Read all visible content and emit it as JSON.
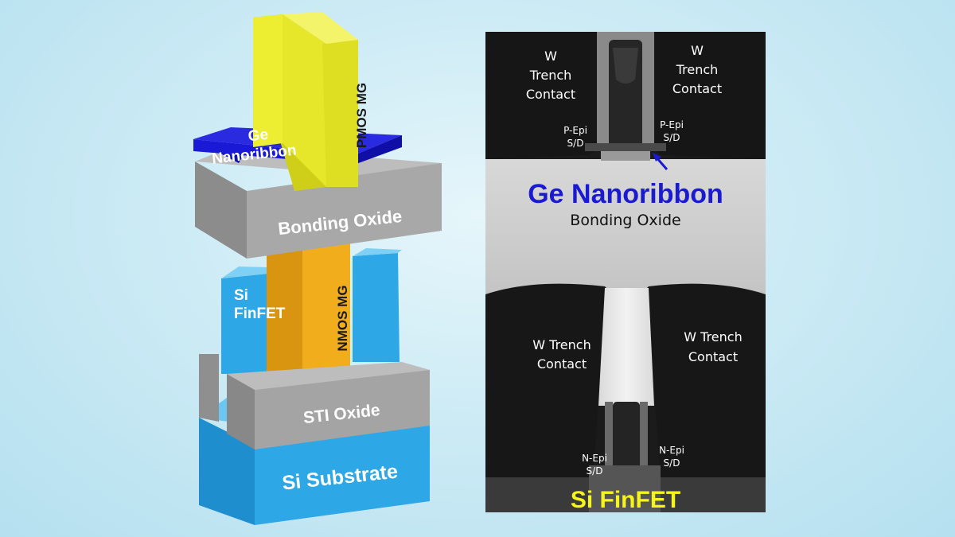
{
  "diagram": {
    "left_labels": {
      "ge_nanoribbon": [
        "Ge",
        "Nanoribbon"
      ],
      "pmos_mg": "PMOS MG",
      "bonding_oxide": "Bonding Oxide",
      "si_finfet": [
        "Si",
        "FinFET"
      ],
      "nmos_mg": "NMOS MG",
      "sti_oxide": "STI Oxide",
      "si_substrate": "Si Substrate"
    },
    "tem_labels": {
      "top_left_contact": [
        "W",
        "Trench",
        "Contact"
      ],
      "top_right_contact": [
        "W",
        "Trench",
        "Contact"
      ],
      "p_epi_left": [
        "P-Epi",
        "S/D"
      ],
      "p_epi_right": [
        "P-Epi",
        "S/D"
      ],
      "ge_nanoribbon": "Ge Nanoribbon",
      "bonding_oxide": "Bonding Oxide",
      "bottom_left_contact": [
        "W Trench",
        "Contact"
      ],
      "bottom_right_contact": [
        "W Trench",
        "Contact"
      ],
      "n_epi_left": [
        "N-Epi",
        "S/D"
      ],
      "n_epi_right": [
        "N-Epi",
        "S/D"
      ],
      "si_finfet": "Si FinFET"
    },
    "colors": {
      "yellow_gate": "#e6e62a",
      "orange_gate": "#f2ad1c",
      "blue_ribbon": "#1a1ad6",
      "cyan_si": "#2aa8e8",
      "gray_oxide": "#9a9a9a",
      "ge_text": "#1a1ad0",
      "finfet_text": "#f5f51a"
    }
  }
}
